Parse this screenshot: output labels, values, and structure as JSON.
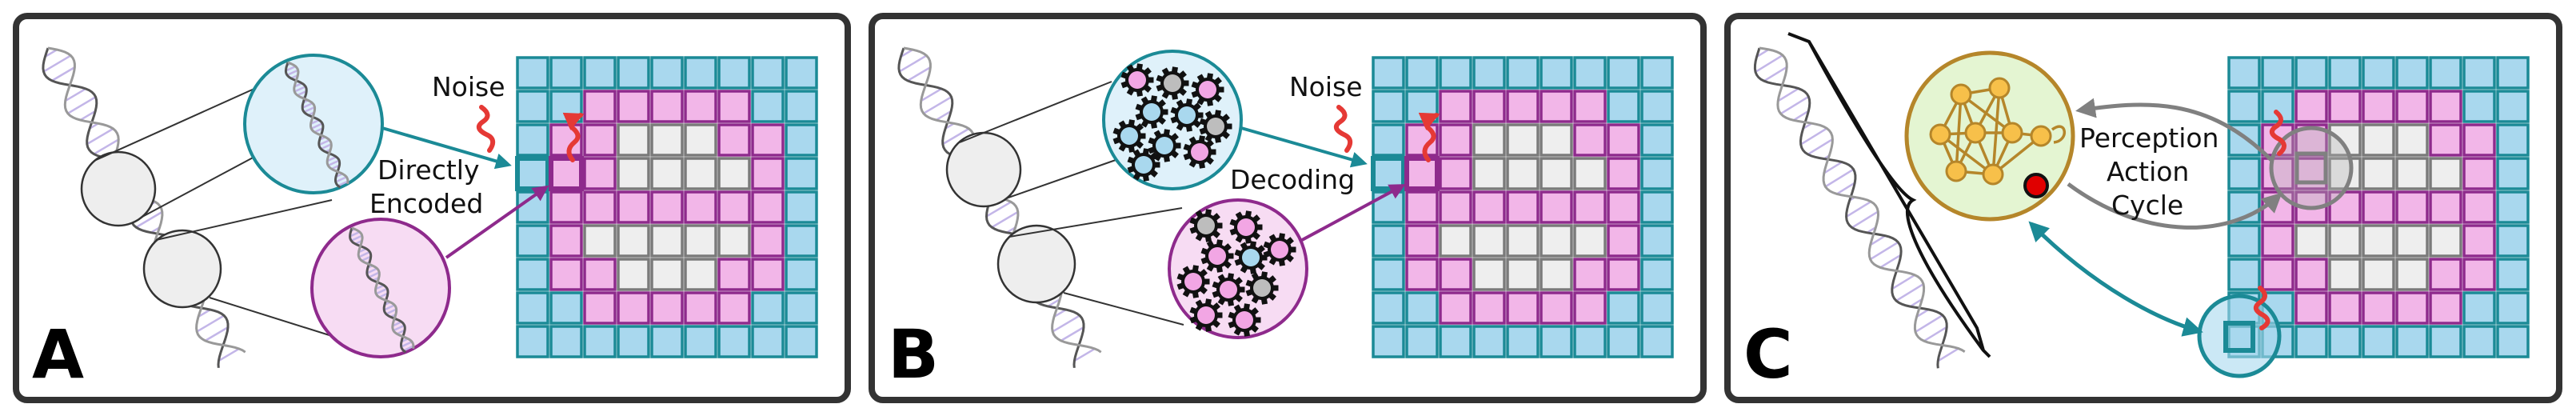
{
  "panels": [
    {
      "letter": "A",
      "noise_label": "Noise",
      "annotation_lines": [
        "Directly",
        "Encoded"
      ]
    },
    {
      "letter": "B",
      "noise_label": "Noise",
      "annotation_lines": [
        "Decoding"
      ]
    },
    {
      "letter": "C",
      "annotation_lines": [
        "Perception",
        "Action",
        "Cycle"
      ]
    }
  ],
  "grid_pattern": [
    "BBBBBBBBB",
    "BBPPPPPBB",
    "BPPGGGPPB",
    "BPPGGGGPB",
    "BPPPPPPPB",
    "BPGGGGGPB",
    "BPPGGGPPB",
    "BBPPPPPBB",
    "BBBBBBBBB"
  ],
  "colors": {
    "teal": "#1b8a96",
    "purple": "#8e2a8c",
    "gray_arrow": "#808080",
    "noise": "#e53935",
    "cell_blue": "#a9d8ee",
    "cell_pink": "#f2b6e8",
    "cell_gray": "#eeeeee",
    "zoom_blue_fill": "#dff1fa",
    "zoom_pink_fill": "#f7dcf3",
    "network_fill": "#e4f5d2",
    "network_stroke": "#b5862a",
    "node_fill": "#f7c04a",
    "goal_marker": "#e00000"
  }
}
